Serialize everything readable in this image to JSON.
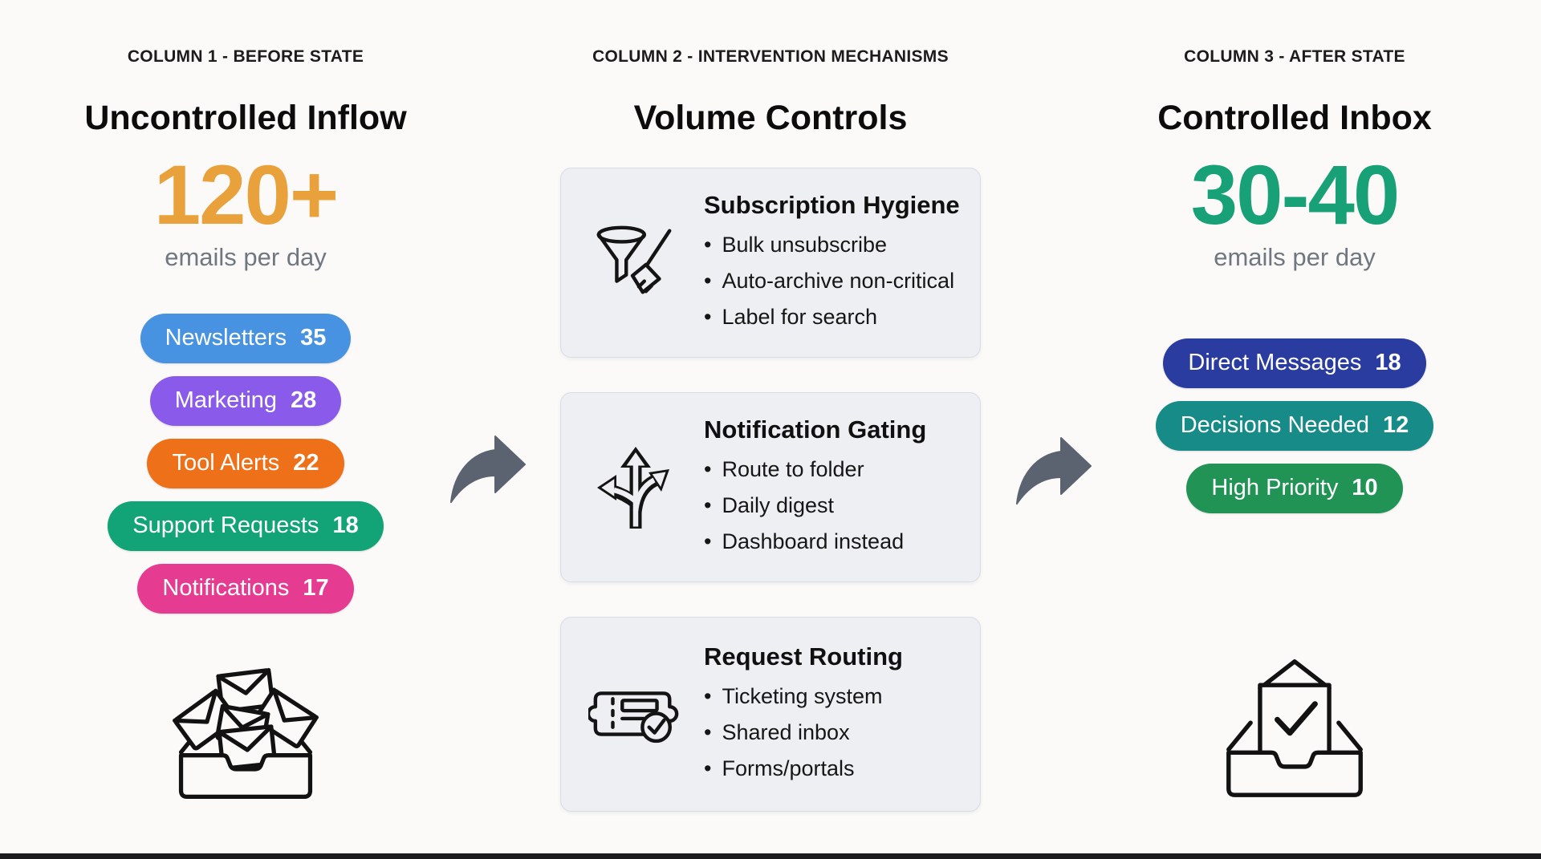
{
  "page": {
    "background": "#FBFAF9",
    "bottom_bar_color": "#1B1B1D"
  },
  "arrows": {
    "color": "#5B6370"
  },
  "before": {
    "kicker": "COLUMN 1 - BEFORE STATE",
    "title": "Uncontrolled Inflow",
    "metric_value": "120+",
    "metric_color": "#E9A23B",
    "metric_caption": "emails per day",
    "pills": [
      {
        "label": "Newsletters",
        "count": "35",
        "color": "#4793E1"
      },
      {
        "label": "Marketing",
        "count": "28",
        "color": "#8A5BEA"
      },
      {
        "label": "Tool Alerts",
        "count": "22",
        "color": "#EE7018"
      },
      {
        "label": "Support Requests",
        "count": "18",
        "color": "#12A377"
      },
      {
        "label": "Notifications",
        "count": "17",
        "color": "#E53C92"
      }
    ]
  },
  "interventions": {
    "kicker": "COLUMN 2 - INTERVENTION MECHANISMS",
    "title": "Volume Controls",
    "cards": [
      {
        "title": "Subscription Hygiene",
        "bullets": [
          "Bulk unsubscribe",
          "Auto-archive non-critical",
          "Label for search"
        ]
      },
      {
        "title": "Notification Gating",
        "bullets": [
          "Route to folder",
          "Daily digest",
          "Dashboard instead"
        ]
      },
      {
        "title": "Request Routing",
        "bullets": [
          "Ticketing system",
          "Shared inbox",
          "Forms/portals"
        ]
      }
    ]
  },
  "after": {
    "kicker": "COLUMN 3 - AFTER STATE",
    "title": "Controlled Inbox",
    "metric_value": "30-40",
    "metric_color": "#18A176",
    "metric_caption": "emails per day",
    "pills": [
      {
        "label": "Direct Messages",
        "count": "18",
        "color": "#2B3CA1"
      },
      {
        "label": "Decisions Needed",
        "count": "12",
        "color": "#178B88"
      },
      {
        "label": "High Priority",
        "count": "10",
        "color": "#219455"
      }
    ]
  }
}
